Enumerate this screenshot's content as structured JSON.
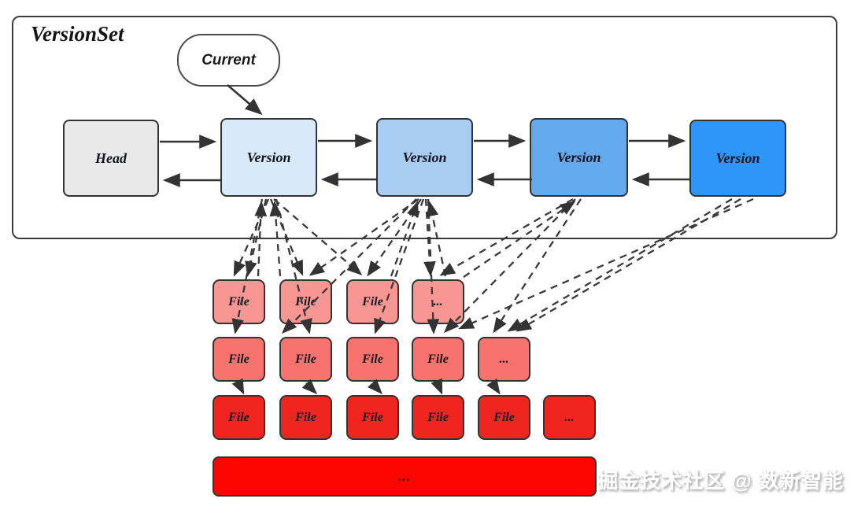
{
  "diagram": {
    "container_label": "VersionSet",
    "current_label": "Current",
    "head_label": "Head",
    "version_labels": [
      "Version",
      "Version",
      "Version",
      "Version"
    ],
    "file_rows": [
      {
        "labels": [
          "File",
          "File",
          "File",
          "..."
        ]
      },
      {
        "labels": [
          "File",
          "File",
          "File",
          "File",
          "..."
        ]
      },
      {
        "labels": [
          "File",
          "File",
          "File",
          "File",
          "File",
          "..."
        ]
      }
    ],
    "bottom_bar_label": "...",
    "colors": {
      "head_fill": "#e9e9e9",
      "version_fills": [
        "#d8eafa",
        "#a9cdf2",
        "#64a9ee",
        "#2e96f6"
      ],
      "file_row_fills": [
        "#f79693",
        "#f8736e",
        "#f1251f"
      ],
      "bottom_bar_fill": "#fc0500",
      "border": "#333333",
      "arrow": "#333333"
    }
  },
  "watermark": {
    "text": "掘金技术社区 @ 数新智能"
  }
}
